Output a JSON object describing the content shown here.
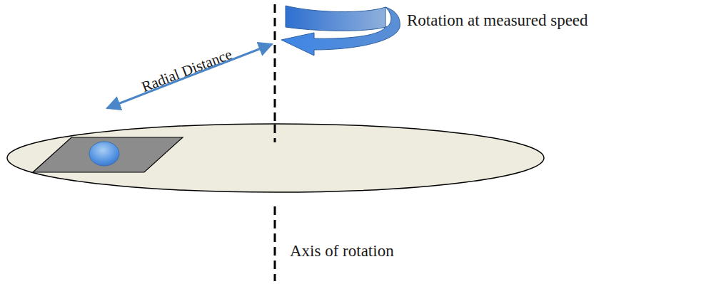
{
  "diagram": {
    "labels": [
      "Radial Distance",
      "Rotation at measured speed",
      "Axis of rotation"
    ]
  }
}
